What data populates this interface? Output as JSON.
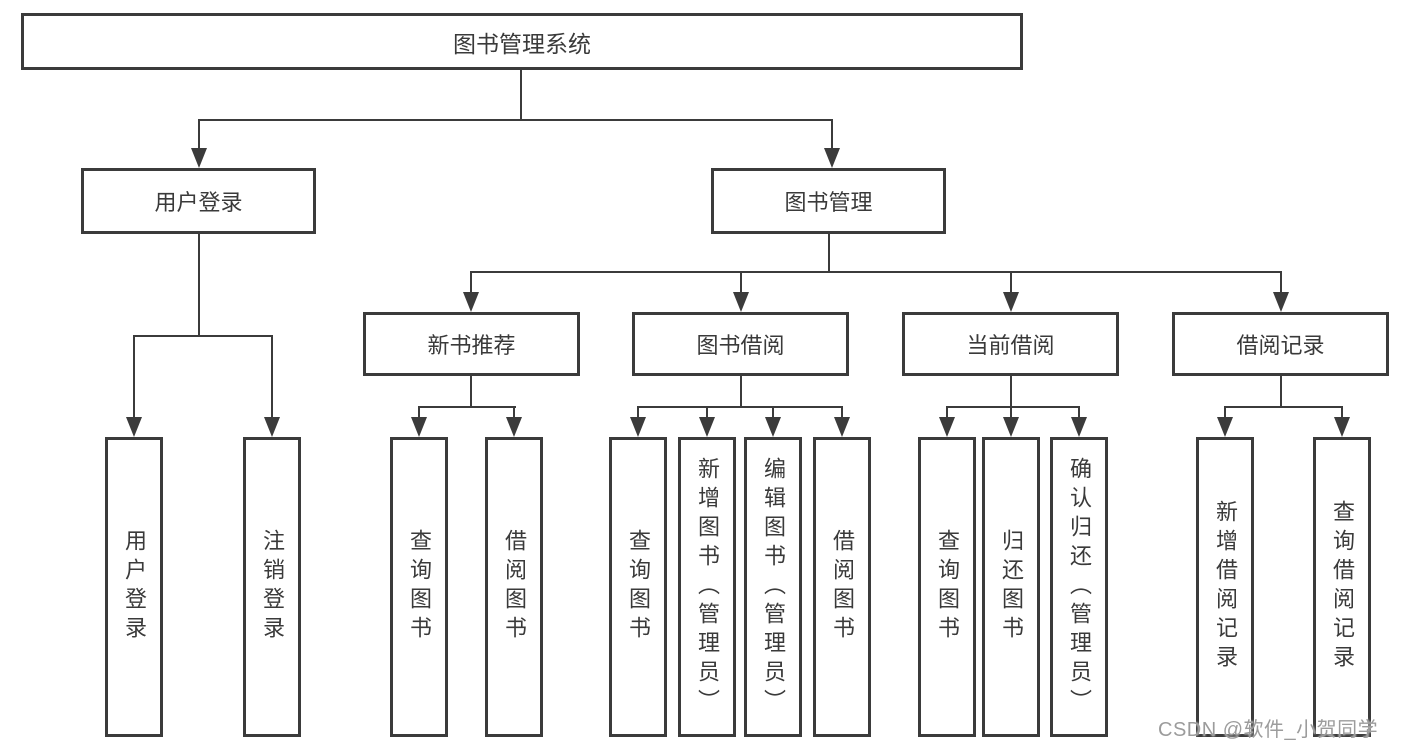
{
  "tree": {
    "root": "图书管理系统",
    "branches": [
      {
        "label": "用户登录",
        "children": [
          "用户登录",
          "注销登录"
        ]
      },
      {
        "label": "图书管理",
        "groups": [
          {
            "label": "新书推荐",
            "children": [
              "查询图书",
              "借阅图书"
            ]
          },
          {
            "label": "图书借阅",
            "children": [
              "查询图书",
              "新增图书（管理员）",
              "编辑图书（管理员）",
              "借阅图书"
            ]
          },
          {
            "label": "当前借阅",
            "children": [
              "查询图书",
              "归还图书",
              "确认归还（管理员）"
            ]
          },
          {
            "label": "借阅记录",
            "children": [
              "新增借阅记录",
              "查询借阅记录"
            ]
          }
        ]
      }
    ]
  },
  "watermark": "CSDN @软件_小贺同学",
  "colors": {
    "line": "#3b3b3b",
    "text": "#3a3a3a",
    "watermark": "#9c9c9c",
    "background": "#ffffff"
  }
}
